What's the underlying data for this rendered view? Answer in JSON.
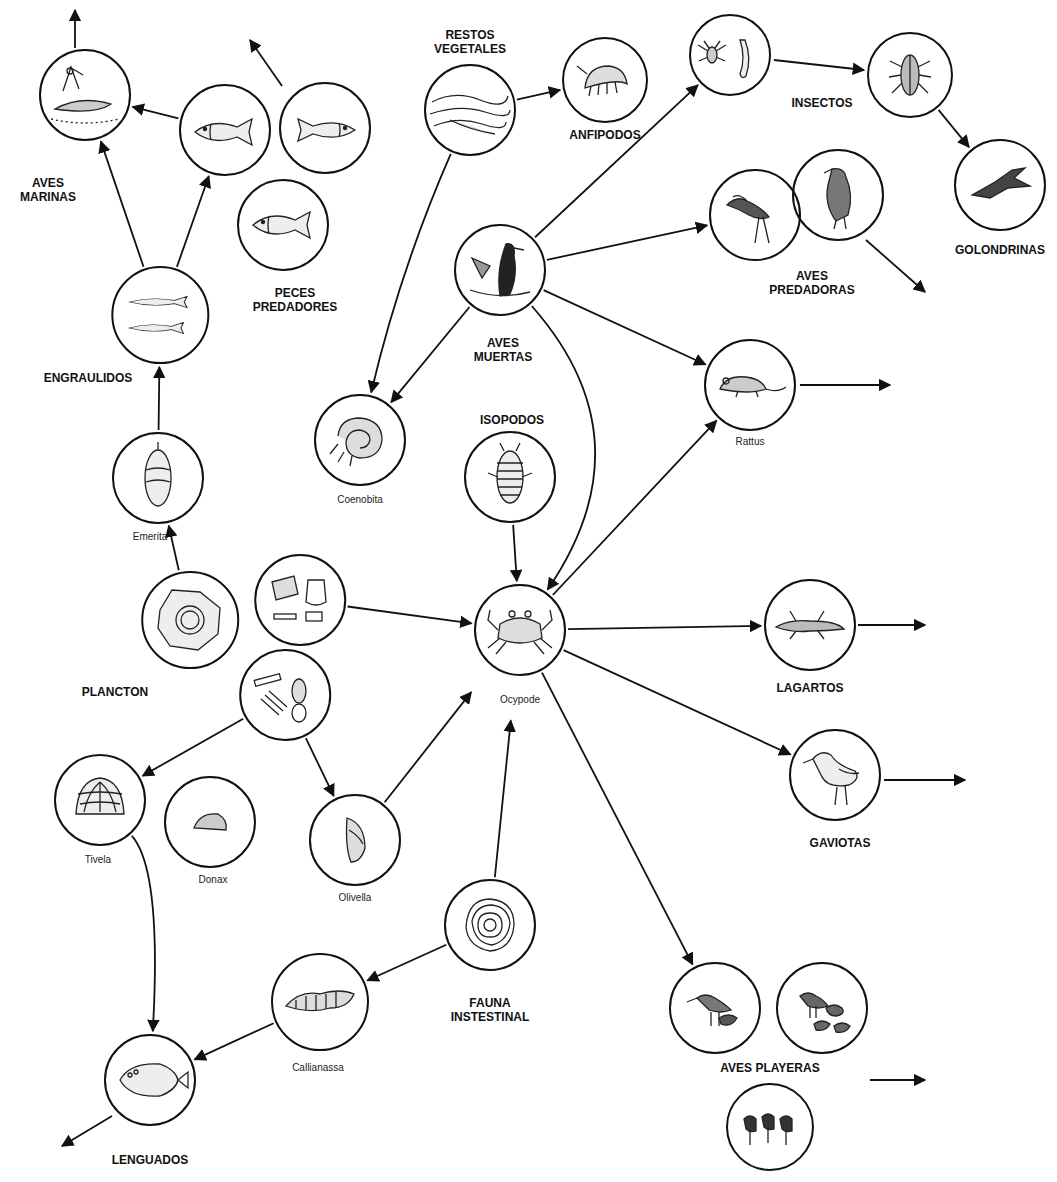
{
  "diagram": {
    "nodes": [
      {
        "text": [
          "RESTOS VEGETALES"
        ]
      },
      {
        "text": [
          "ANFIPODOS"
        ]
      },
      {
        "text": [
          "INSECTOS"
        ]
      },
      {
        "text": [
          "AVES MARINAS"
        ]
      },
      {
        "text": [
          "PECES PREDADORES"
        ]
      },
      {
        "text": [
          "GOLONDRINAS"
        ]
      },
      {
        "text": [
          "AVES PREDADORAS"
        ]
      },
      {
        "text": [
          "AVES MUERTAS"
        ]
      },
      {
        "text": [
          "ENGRAULIDOS"
        ]
      },
      {
        "text": [
          "Coenobita"
        ]
      },
      {
        "text": [
          "ISOPODOS"
        ]
      },
      {
        "text": [
          "Rattus"
        ]
      },
      {
        "text": [
          "Emerita"
        ]
      },
      {
        "text": [
          "PLANCTON"
        ]
      },
      {
        "text": [
          "Ocypode"
        ]
      },
      {
        "text": [
          "LAGARTOS"
        ]
      },
      {
        "text": [
          "GAVIOTAS"
        ]
      },
      {
        "text": [
          "Tivela"
        ]
      },
      {
        "text": [
          "Donax"
        ]
      },
      {
        "text": [
          "Olivella"
        ]
      },
      {
        "text": [
          "FAUNA INSTESTINAL"
        ]
      },
      {
        "text": [
          "Callianassa"
        ]
      },
      {
        "text": [
          "LENGUADOS"
        ]
      },
      {
        "text": [
          "AVES PLAYERAS"
        ]
      }
    ],
    "edges": [
      {
        "from": 0,
        "to": 1,
        "arrow": "to"
      },
      {
        "from": 0,
        "to": 9,
        "arrow": "to"
      },
      {
        "from": 7,
        "to": 2,
        "arrow": "to"
      },
      {
        "from": 2,
        "to": 5,
        "arrow": "to"
      },
      {
        "from": 7,
        "to": 6,
        "arrow": "to"
      },
      {
        "from": 7,
        "to": 11,
        "arrow": "to"
      },
      {
        "from": 7,
        "to": 9,
        "arrow": "to"
      },
      {
        "from": 7,
        "to": 14,
        "arrow": "to"
      },
      {
        "from": 8,
        "to": 3,
        "arrow": "to"
      },
      {
        "from": 8,
        "to": 4,
        "arrow": "to"
      },
      {
        "from": 4,
        "to": 3,
        "arrow": "to"
      },
      {
        "from": 12,
        "to": 8,
        "arrow": "to"
      },
      {
        "from": 13,
        "to": 12,
        "arrow": "to"
      },
      {
        "from": 13,
        "to": 14,
        "arrow": "to"
      },
      {
        "from": 13,
        "to": 17,
        "arrow": "to"
      },
      {
        "from": 13,
        "to": 19,
        "arrow": "to"
      },
      {
        "from": 10,
        "to": 14,
        "arrow": "to"
      },
      {
        "from": 14,
        "to": 11,
        "arrow": "to"
      },
      {
        "from": 14,
        "to": 15,
        "arrow": "to"
      },
      {
        "from": 14,
        "to": 16,
        "arrow": "to"
      },
      {
        "from": 14,
        "to": 23,
        "arrow": "to"
      },
      {
        "from": 19,
        "to": 14,
        "arrow": "to"
      },
      {
        "from": 20,
        "to": 14,
        "arrow": "to"
      },
      {
        "from": 20,
        "to": 21,
        "arrow": "to"
      },
      {
        "from": 21,
        "to": 22,
        "arrow": "to"
      },
      {
        "from": 17,
        "to": 22,
        "arrow": "to"
      }
    ]
  }
}
